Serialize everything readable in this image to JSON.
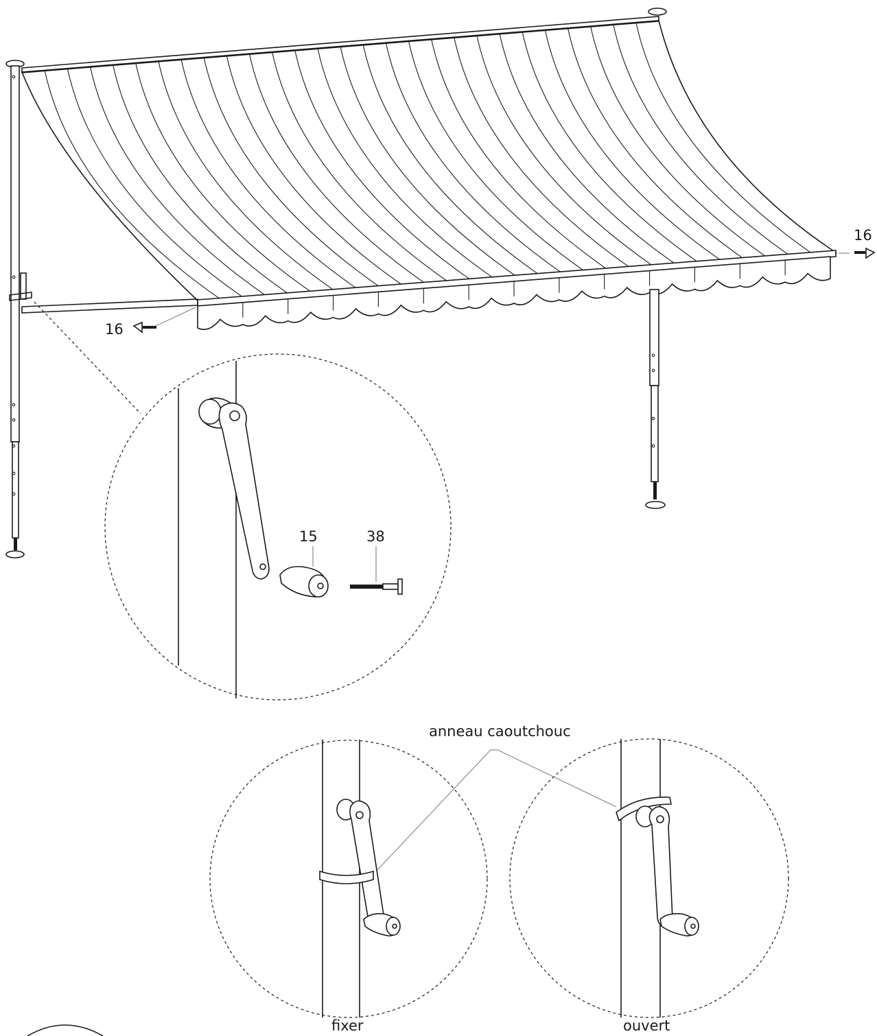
{
  "labels": {
    "part_16_left": "16",
    "part_16_right": "16",
    "part_15": "15",
    "part_38": "38",
    "rubber_ring": "anneau caoutchouc",
    "state_fixed": "fixer",
    "state_open": "ouvert"
  },
  "colors": {
    "line": "#1a1a1a",
    "leader": "#8a8a8a",
    "background": "#ffffff"
  }
}
